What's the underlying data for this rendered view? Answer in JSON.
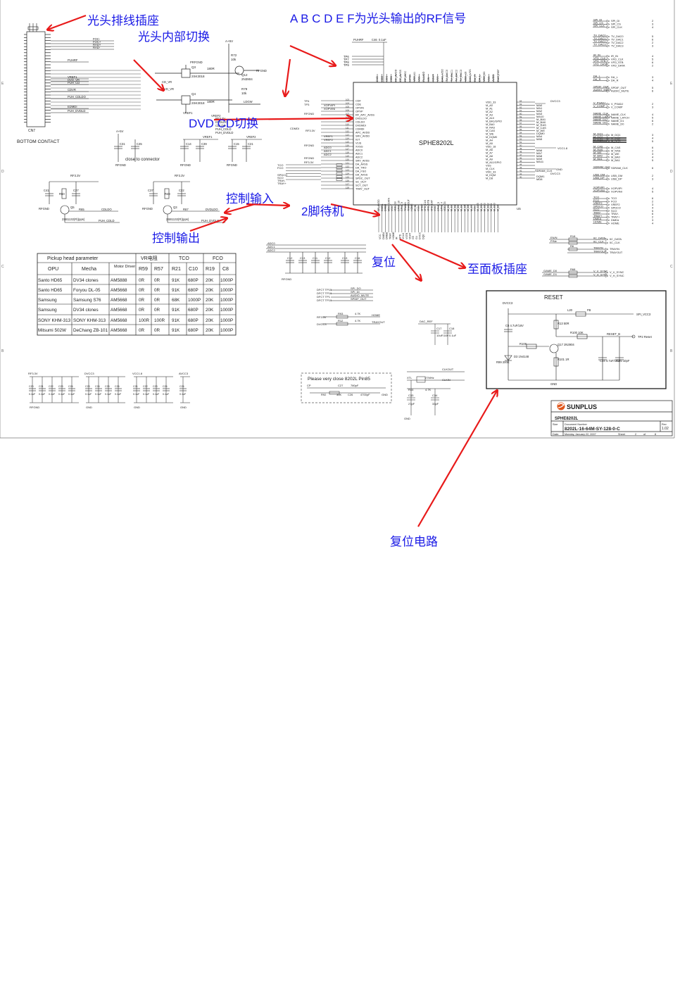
{
  "annotations": {
    "connector_label": "光头排线插座",
    "internal_switch": "光头内部切换",
    "rf_signals": "A B C D E F为光头输出的RF信号",
    "dvd_cd_switch": "DVD  CD切换",
    "control_input": "控制输入",
    "standby_pin2": "2脚待机",
    "control_output": "控制输出",
    "reset_label": "复位",
    "front_panel": "至面板插座",
    "reset_circuit": "复位电路"
  },
  "chip": {
    "name": "SPHE8202L",
    "suffix": "U5"
  },
  "connector": {
    "name": "BOTTOM CONTACT",
    "ref": "CN7"
  },
  "reset_box": {
    "title": "RESET"
  },
  "pickup_table": {
    "title": "Pickup head parameter",
    "group_headers": [
      "VR电阻",
      "TCO",
      "FCO"
    ],
    "headers": [
      "OPU",
      "Mecha",
      "Motor Driver",
      "R59",
      "R57",
      "R21",
      "C10",
      "R19",
      "C8"
    ],
    "rows": [
      [
        "Santo HD65",
        "DV34 clones",
        "AM5888",
        "0R",
        "0R",
        "91K",
        "680P",
        "20K",
        "1000P"
      ],
      [
        "Santo HD65",
        "Foryou DL-05",
        "AM5668",
        "0R",
        "0R",
        "91K",
        "680P",
        "20K",
        "1000P"
      ],
      [
        "Samsung",
        "Samsung S76",
        "AM5668",
        "0R",
        "0R",
        "68K",
        "1000P",
        "20K",
        "1000P"
      ],
      [
        "Samsung",
        "DV34 clones",
        "AM5668",
        "0R",
        "0R",
        "91K",
        "680P",
        "20K",
        "1000P"
      ],
      [
        "SONY KHM-313",
        "SONY KHM-313",
        "AM5668",
        "100R",
        "100R",
        "91K",
        "680P",
        "20K",
        "1000P"
      ],
      [
        "Mitsumi 502W",
        "DeChang ZB-101",
        "AM5668",
        "0R",
        "0R",
        "91K",
        "680P",
        "20K",
        "1000P"
      ]
    ]
  },
  "near_note": "Please very close 8202L Pin85",
  "close_connector": "close to connector",
  "title_block": {
    "company": "SUNPLUS",
    "title": "SPHE8202L",
    "doc_number": "8202L-16-64M-SY-128-0-C",
    "rev_label": "Rev",
    "rev": "1.02",
    "size_label": "Size",
    "docnum_label": "Document Number",
    "date_label": "Date:",
    "date": "Monday, January 22, 2007",
    "sheet_label": "Sheet",
    "sheet": "2",
    "of_label": "of",
    "of": "8"
  },
  "left_nets": [
    "FOC-",
    "FOC+",
    "RAD+",
    "RAD-",
    "PUHRF",
    "VREF1",
    "DVD_VR",
    "PUH_CD",
    "CDVR",
    "PUH_CDLDO",
    "EDMDI",
    "PUH_DVDLD"
  ],
  "mid_nets": [
    "PRFGND",
    "CD_VR",
    "DVD_VR",
    "RFGND",
    "LDGW",
    "VREF1",
    "VREF2",
    "RF3.3V",
    "DVDLDO",
    "CDLDO",
    "PUH_CDLD",
    "PUH_DVDLD"
  ],
  "chip_left_pins": [
    "CDF",
    "CDE",
    "OPVIN",
    "OPVP",
    "RF_APC_AVSS",
    "DVDLDO",
    "CDLDO",
    "DVDMDI",
    "CDMDI",
    "APC_AVDD",
    "SRV_AVDD",
    "IGT",
    "V1IS",
    "XVSG",
    "ADC0",
    "ADC1",
    "ADC2",
    "SRV_AVSS",
    "DA_AVSS",
    "DA_TRO",
    "DA_FSO",
    "DA_AVSS",
    "SPDC_OUT",
    "SC_OUT",
    "SCT_OUT",
    "TRAY_OUT"
  ],
  "chip_right_pins": [
    "VDD_33",
    "M_A0",
    "M_A1",
    "M_A2",
    "M_A3",
    "M_A10",
    "M_BA1/GPIO",
    "M_BA0",
    "M_RAS",
    "M_CAS",
    "M_WE",
    "M_DQM0",
    "M_A4",
    "M_A5",
    "VDD_18",
    "M_A6",
    "M_A7",
    "M_A8",
    "M_A9",
    "M_A11/GPIO",
    "VSS",
    "M_CLK",
    "VDD_33",
    "M_DQM",
    "M_D8"
  ],
  "right_nets": [
    "SPI_DI",
    "SPI_CS",
    "SPI_CLK",
    "TV_DAC0",
    "TV_DAC1",
    "TV_DAC2",
    "TV_DAC3",
    "IR_IN",
    "VFD_CLK",
    "VFD_STB",
    "VFD_DATA",
    "DA_L",
    "DA_R",
    "SPDIF_OUT",
    "AUDIO_MUTE",
    "V_PSADJ",
    "V_COMP",
    "NAME_CLK",
    "NAME_LATCH",
    "NAME_D1",
    "NAME_D0",
    "M_DQ1",
    "M_DQ2",
    "M_DQ3",
    "M_CAS",
    "M_RAS",
    "M_WE",
    "M_BA0",
    "M_BA1",
    "SDRAM_CLK",
    "USB_DM",
    "USB_DP",
    "XOPVIPI",
    "XOPVINI",
    "TCO",
    "FCO",
    "VREF2",
    "SPDCO",
    "SCO",
    "TRAY-",
    "TRAY+",
    "DMEA",
    "HOME"
  ],
  "bottom_nets": [
    "IIC_DATA",
    "IIC_CLK",
    "TRAYIN",
    "TRAYOUT",
    "V_V_SYNC",
    "V_H_SYNC",
    "DAC_REF",
    "CLKOUT",
    "CLKIN",
    "RF3.3V",
    "DVCC3",
    "VCC1.8",
    "AVCC3",
    "RFGND"
  ],
  "reset_parts": [
    "DVCC3",
    "L20",
    "FB",
    "SPI_VCC3",
    "R13 50R",
    "R100 10K",
    "RESET_B",
    "TP2 Reset",
    "R108",
    "Q17 2N3904",
    "R101 1R",
    "C34 4.7uF/16V",
    "C35 10pF",
    "D3 1N4148",
    "R99 200K",
    "C8 4.7uF/16V",
    "GND"
  ],
  "colors": {
    "ink": "#1c1c1c",
    "annotation": "#1a1ae6",
    "arrow": "#e81a1a",
    "logo": "#e0551a"
  }
}
